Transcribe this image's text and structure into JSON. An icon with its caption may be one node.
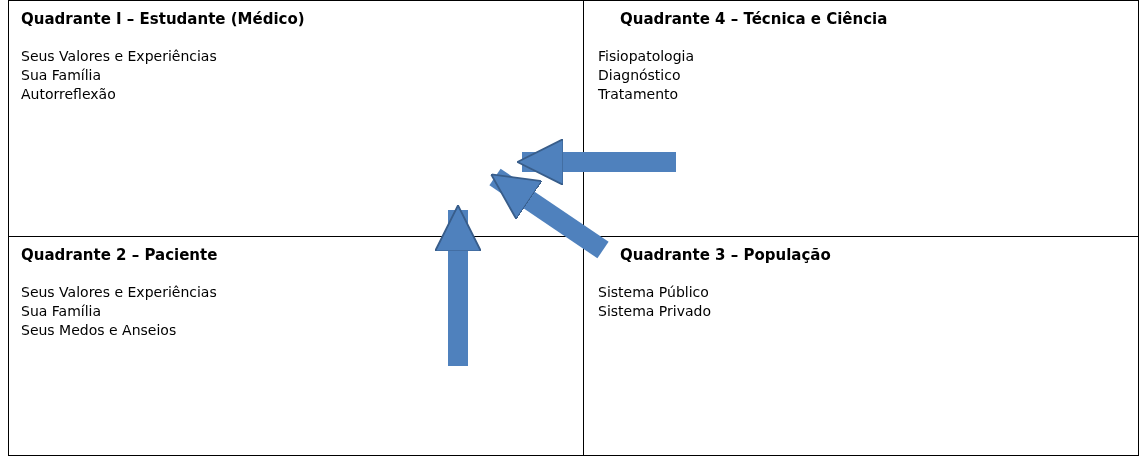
{
  "diagram": {
    "nodes": [
      {
        "text": [
          "Quadrante I – Estudante (Médico)",
          "Seus Valores e Experiências",
          "Sua Família",
          "Autorreflexão"
        ]
      },
      {
        "text": [
          "Quadrante 4 – Técnica e Ciência",
          "Fisiopatologia",
          "Diagnóstico",
          "Tratamento"
        ]
      },
      {
        "text": [
          "Quadrante 2 – Paciente",
          "Seus Valores e Experiências",
          "Sua Família",
          "Seus Medos e Anseios"
        ]
      },
      {
        "text": [
          "Quadrante 3 – População",
          "Sistema Público",
          "Sistema Privado"
        ]
      }
    ],
    "edges": [
      {
        "from": 1,
        "to": 0,
        "arrow": "to"
      },
      {
        "from": 3,
        "to": 0,
        "arrow": "to"
      },
      {
        "from": 2,
        "to": 0,
        "arrow": "to"
      }
    ]
  }
}
